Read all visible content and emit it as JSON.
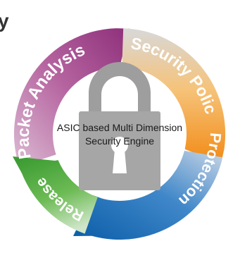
{
  "heading_fragment": "y",
  "center": {
    "line1": "ASIC based Multi Dimension",
    "line2": "Security Engine"
  },
  "lock_icon": "padlock-icon",
  "cycle": [
    {
      "label": "Packet Analysis",
      "color": "#a2448a"
    },
    {
      "label": "Security Policing",
      "color": "#f28c1e"
    },
    {
      "label": "Protection",
      "color": "#0a63ad"
    },
    {
      "label": "Release",
      "color": "#4aa63c"
    }
  ],
  "colors": {
    "lock": "#9e9e9e",
    "ring_start_gray": "#d6d6d6"
  }
}
